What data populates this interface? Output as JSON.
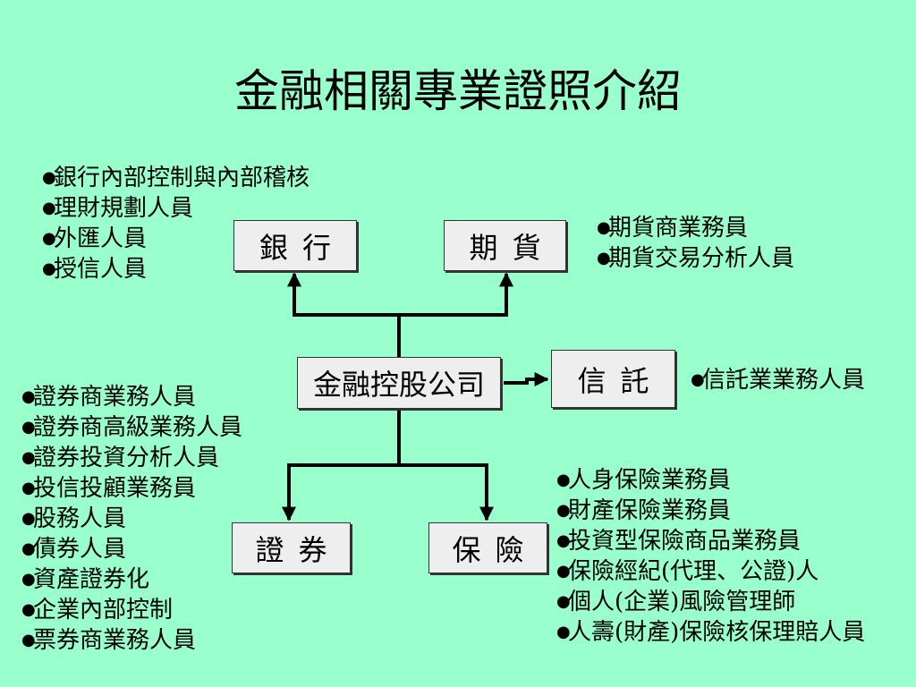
{
  "title": "金融相關專業證照介紹",
  "center": {
    "label": "金融控股公司"
  },
  "nodes": {
    "bank": {
      "label": "銀行"
    },
    "futures": {
      "label": "期貨"
    },
    "trust": {
      "label": "信託"
    },
    "securities": {
      "label": "證券"
    },
    "insurance": {
      "label": "保險"
    }
  },
  "bullet": "●",
  "lists": {
    "bank": [
      "銀行內部控制與內部稽核",
      "理財規劃人員",
      "外匯人員",
      "授信人員"
    ],
    "futures": [
      "期貨商業務員",
      "期貨交易分析人員"
    ],
    "trust": [
      "信託業業務人員"
    ],
    "securities": [
      "證券商業務人員",
      "證券商高級業務人員",
      "證券投資分析人員",
      "投信投顧業務員",
      "股務人員",
      "債券人員",
      "資產證券化",
      "企業內部控制",
      "票券商業務人員"
    ],
    "insurance": [
      "人身保險業務員",
      "財產保險業務員",
      "投資型保險商品業務員",
      "保險經紀(代理、公證)人",
      "個人(企業)風險管理師",
      "人壽(財產)保險核保理賠人員"
    ]
  },
  "colors": {
    "background": "#99ffcc",
    "box": "#eeeeee",
    "line": "#000000"
  }
}
